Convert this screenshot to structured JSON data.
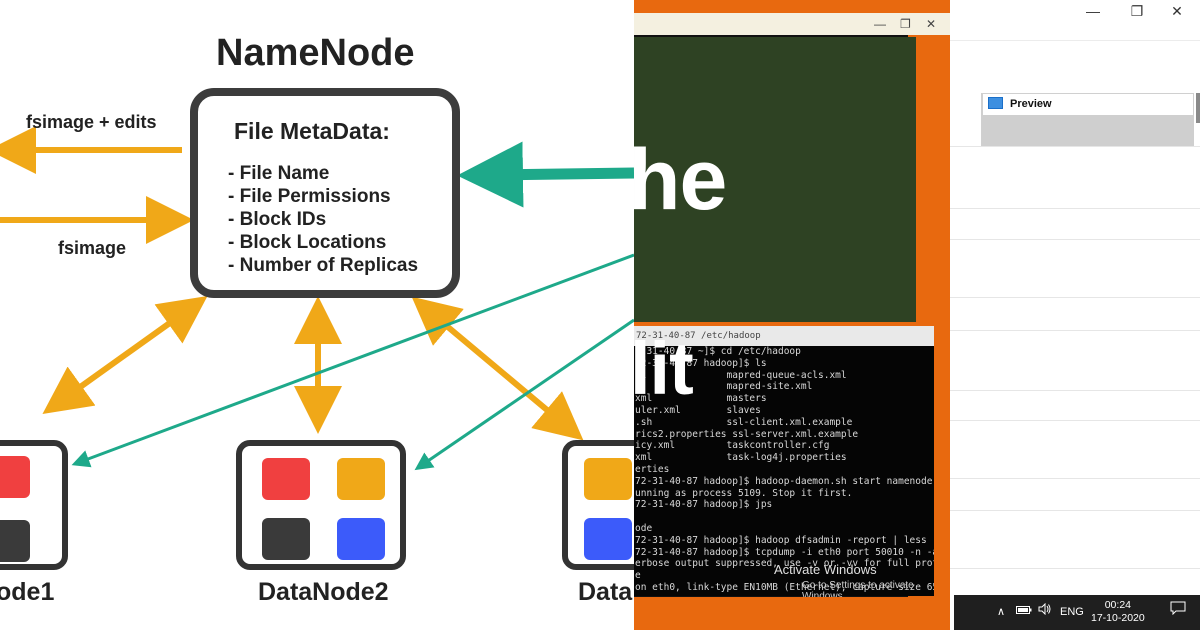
{
  "diagram": {
    "namenode_title": "NameNode",
    "metadata_title": "File MetaData:",
    "metadata_items": [
      "File Name",
      "File Permissions",
      "Block IDs",
      "Block Locations",
      "Number of Replicas"
    ],
    "edge_fsimage_edits": "fsimage + edits",
    "edge_fsimage": "fsimage",
    "datanodes": [
      "ode1",
      "DataNode2",
      "Data"
    ],
    "colors": {
      "orange_arrow": "#f0a818",
      "teal_arrow": "#1ea98a",
      "red_block": "#f04040",
      "yellow_block": "#f0a818",
      "black_block": "#3a3a3a",
      "blue_block": "#3c5bfa"
    }
  },
  "slide": {
    "word_top": "he",
    "word_bottom": "lit"
  },
  "terminal": {
    "title": "72-31-40-87 /etc/hadoop",
    "lines": [
      "2-31-40-87 ~]$ cd /etc/hadoop",
      "72-31-40-87 hadoop]$ ls",
      "ml              mapred-queue-acls.xml",
      "                mapred-site.xml",
      "xml             masters",
      "uler.xml        slaves",
      ".sh             ssl-client.xml.example",
      "rics2.properties ssl-server.xml.example",
      "icy.xml         taskcontroller.cfg",
      "xml             task-log4j.properties",
      "erties",
      "72-31-40-87 hadoop]$ hadoop-daemon.sh start namenode",
      "unning as process 5109. Stop it first.",
      "72-31-40-87 hadoop]$ jps",
      "",
      "ode",
      "72-31-40-87 hadoop]$ hadoop dfsadmin -report | less",
      "72-31-40-87 hadoop]$ tcpdump -i eth0 port 50010 -n -a",
      "erbose output suppressed, use -v or -vv for full prot",
      "e",
      "on eth0, link-type EN10MB (Ethernet), capture size 65"
    ],
    "activate_line1": "Activate Windows",
    "activate_line2": "Go to Settings to activate Windows."
  },
  "window": {
    "min_glyph": "—",
    "restore_glyph": "❐",
    "close_glyph": "✕",
    "preview_label": "Preview"
  },
  "taskbar": {
    "chevron": "∧",
    "language": "ENG",
    "time": "00:24",
    "date": "17-10-2020"
  }
}
